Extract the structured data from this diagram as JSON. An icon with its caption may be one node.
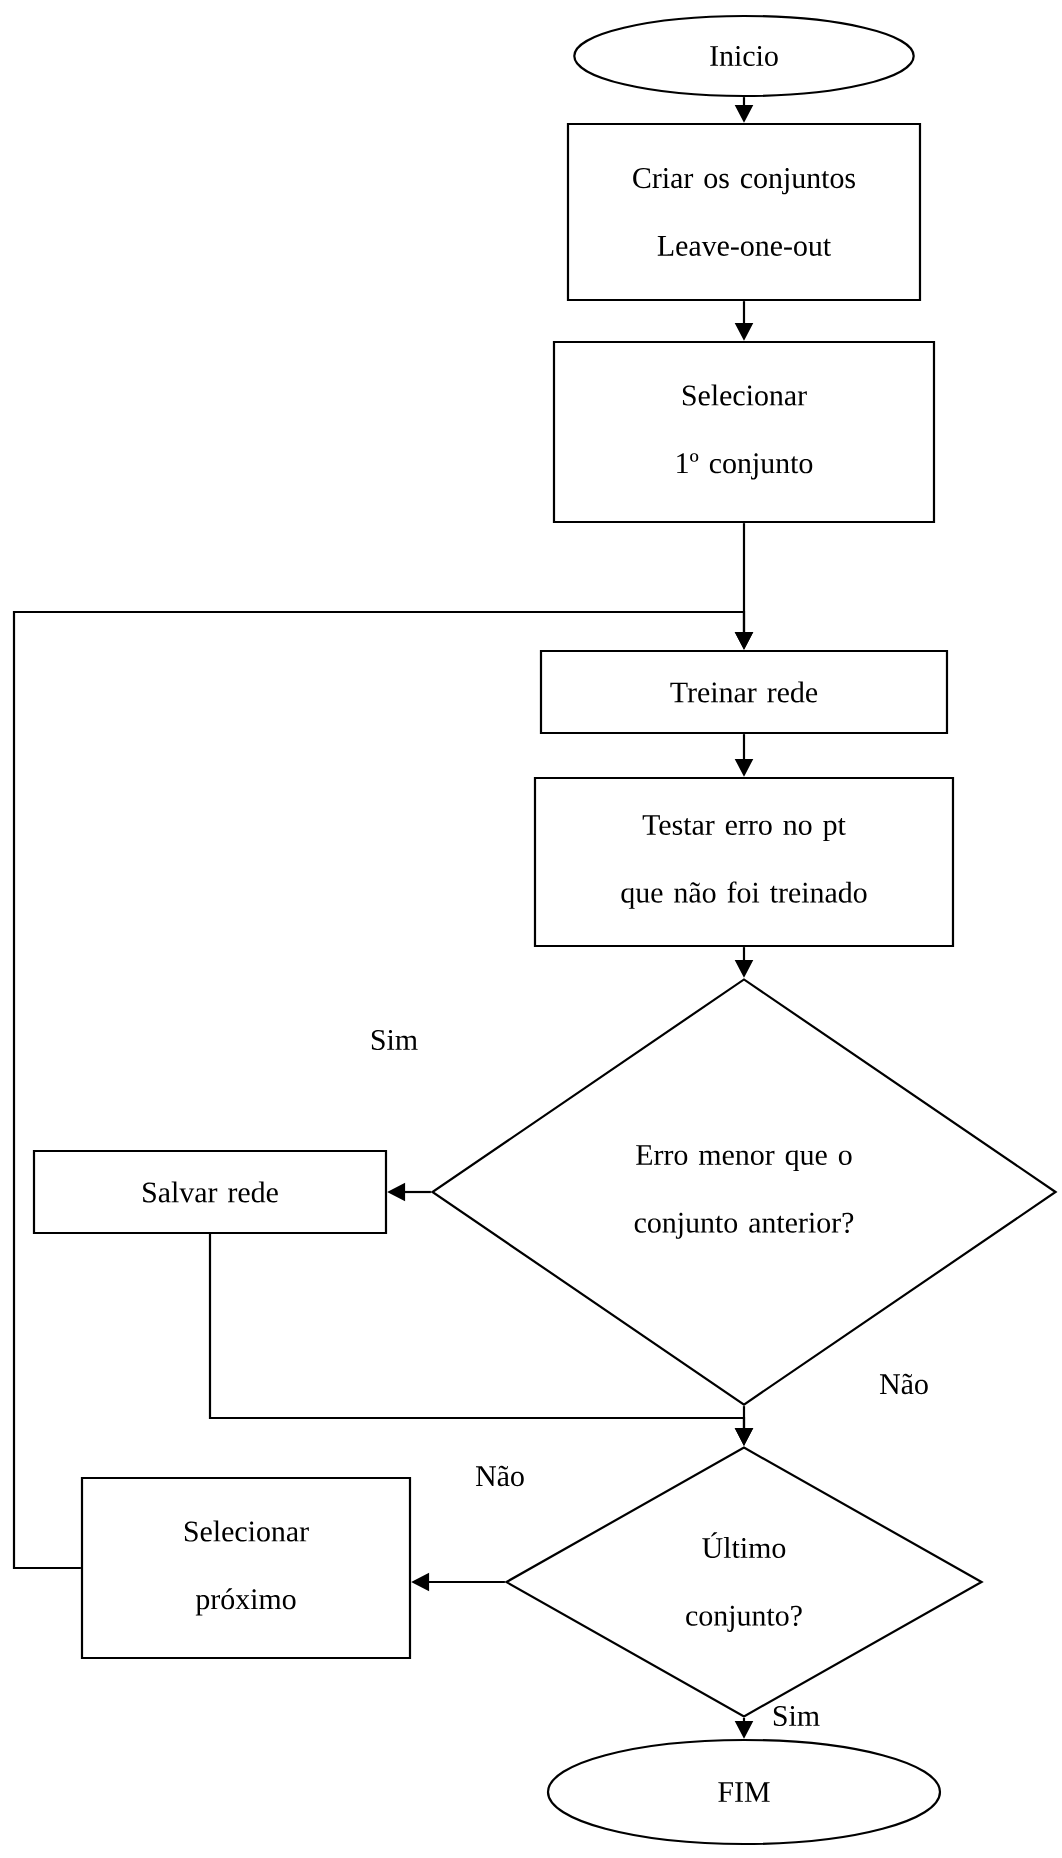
{
  "diagram": {
    "nodes": [
      {
        "text": [
          "Inicio"
        ]
      },
      {
        "text": [
          "Criar os conjuntos Leave-one-out"
        ]
      },
      {
        "text": [
          "Selecionar 1º conjunto"
        ]
      },
      {
        "text": [
          "Treinar rede"
        ]
      },
      {
        "text": [
          "Testar erro no pt que não foi treinado"
        ]
      },
      {
        "text": [
          "Erro menor que o conjunto anterior?"
        ]
      },
      {
        "text": [
          "Salvar rede"
        ]
      },
      {
        "text": [
          "Último conjunto?"
        ]
      },
      {
        "text": [
          "Selecionar próximo"
        ]
      },
      {
        "text": [
          "FIM"
        ]
      }
    ],
    "edges": [
      {
        "from": 0,
        "to": 1,
        "arrow": "to"
      },
      {
        "from": 1,
        "to": 2,
        "arrow": "to"
      },
      {
        "from": 2,
        "to": 3,
        "arrow": "to"
      },
      {
        "from": 3,
        "to": 4,
        "arrow": "to"
      },
      {
        "from": 4,
        "to": 5,
        "arrow": "to"
      },
      {
        "from": 5,
        "to": 6,
        "arrow": "to",
        "label": "Sim"
      },
      {
        "from": 5,
        "to": 7,
        "arrow": "to",
        "label": "Não"
      },
      {
        "from": 6,
        "to": 7,
        "arrow": "to"
      },
      {
        "from": 7,
        "to": 8,
        "arrow": "to",
        "label": "Não"
      },
      {
        "from": 8,
        "to": 3,
        "arrow": "to"
      },
      {
        "from": 7,
        "to": 9,
        "arrow": "to",
        "label": "Sim"
      }
    ]
  }
}
